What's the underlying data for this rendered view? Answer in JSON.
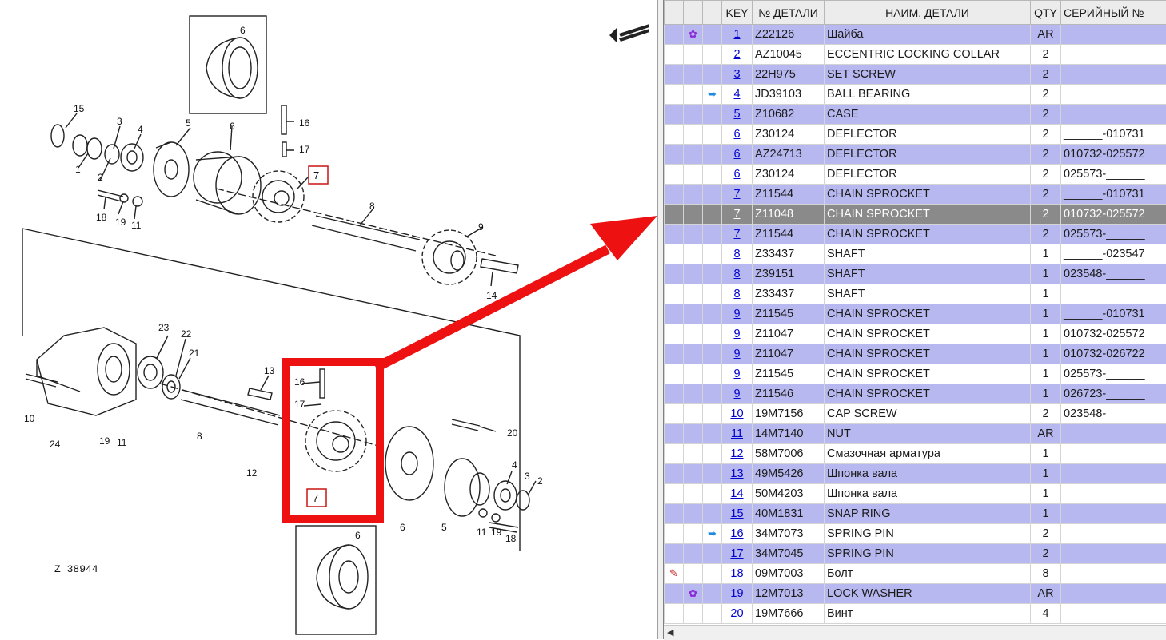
{
  "diagram": {
    "figure_id": "Z 38944",
    "callouts": [
      "1",
      "2",
      "3",
      "4",
      "5",
      "6",
      "7",
      "8",
      "9",
      "10",
      "11",
      "12",
      "13",
      "14",
      "15",
      "16",
      "17",
      "18",
      "19",
      "20",
      "21",
      "22",
      "23",
      "24"
    ]
  },
  "parts_table": {
    "columns": [
      "KEY",
      "№ ДЕТАЛИ",
      "НАИМ. ДЕТАЛИ",
      "QTY",
      "СЕРИЙНЫЙ №"
    ],
    "selected_row": 9,
    "rows": [
      {
        "icon": "gear-icon",
        "key": "1",
        "part": "Z22126",
        "name": "Шайба",
        "qty": "AR",
        "serial": ""
      },
      {
        "icon": "",
        "key": "2",
        "part": "AZ10045",
        "name": "ECCENTRIC LOCKING COLLAR",
        "qty": "2",
        "serial": ""
      },
      {
        "icon": "",
        "key": "3",
        "part": "22H975",
        "name": "SET SCREW",
        "qty": "2",
        "serial": ""
      },
      {
        "icon": "link-icon",
        "key": "4",
        "part": "JD39103",
        "name": "BALL BEARING",
        "qty": "2",
        "serial": ""
      },
      {
        "icon": "",
        "key": "5",
        "part": "Z10682",
        "name": "CASE",
        "qty": "2",
        "serial": ""
      },
      {
        "icon": "",
        "key": "6",
        "part": "Z30124",
        "name": "DEFLECTOR",
        "qty": "2",
        "serial": "______-010731"
      },
      {
        "icon": "",
        "key": "6",
        "part": "AZ24713",
        "name": "DEFLECTOR",
        "qty": "2",
        "serial": "010732-025572"
      },
      {
        "icon": "",
        "key": "6",
        "part": "Z30124",
        "name": "DEFLECTOR",
        "qty": "2",
        "serial": "025573-______"
      },
      {
        "icon": "",
        "key": "7",
        "part": "Z11544",
        "name": "CHAIN SPROCKET",
        "qty": "2",
        "serial": "______-010731"
      },
      {
        "icon": "",
        "key": "7",
        "part": "Z11048",
        "name": "CHAIN SPROCKET",
        "qty": "2",
        "serial": "010732-025572"
      },
      {
        "icon": "",
        "key": "7",
        "part": "Z11544",
        "name": "CHAIN SPROCKET",
        "qty": "2",
        "serial": "025573-______"
      },
      {
        "icon": "",
        "key": "8",
        "part": "Z33437",
        "name": "SHAFT",
        "qty": "1",
        "serial": "______-023547"
      },
      {
        "icon": "",
        "key": "8",
        "part": "Z39151",
        "name": "SHAFT",
        "qty": "1",
        "serial": "023548-______"
      },
      {
        "icon": "",
        "key": "8",
        "part": "Z33437",
        "name": "SHAFT",
        "qty": "1",
        "serial": ""
      },
      {
        "icon": "",
        "key": "9",
        "part": "Z11545",
        "name": "CHAIN SPROCKET",
        "qty": "1",
        "serial": "______-010731"
      },
      {
        "icon": "",
        "key": "9",
        "part": "Z11047",
        "name": "CHAIN SPROCKET",
        "qty": "1",
        "serial": "010732-025572"
      },
      {
        "icon": "",
        "key": "9",
        "part": "Z11047",
        "name": "CHAIN SPROCKET",
        "qty": "1",
        "serial": "010732-026722"
      },
      {
        "icon": "",
        "key": "9",
        "part": "Z11545",
        "name": "CHAIN SPROCKET",
        "qty": "1",
        "serial": "025573-______"
      },
      {
        "icon": "",
        "key": "9",
        "part": "Z11546",
        "name": "CHAIN SPROCKET",
        "qty": "1",
        "serial": "026723-______"
      },
      {
        "icon": "",
        "key": "10",
        "part": "19M7156",
        "name": "CAP SCREW",
        "qty": "2",
        "serial": "023548-______"
      },
      {
        "icon": "",
        "key": "11",
        "part": "14M7140",
        "name": "NUT",
        "qty": "AR",
        "serial": ""
      },
      {
        "icon": "",
        "key": "12",
        "part": "58M7006",
        "name": "Смазочная арматура",
        "qty": "1",
        "serial": ""
      },
      {
        "icon": "",
        "key": "13",
        "part": "49M5426",
        "name": "Шпонка вала",
        "qty": "1",
        "serial": ""
      },
      {
        "icon": "",
        "key": "14",
        "part": "50M4203",
        "name": "Шпонка вала",
        "qty": "1",
        "serial": ""
      },
      {
        "icon": "",
        "key": "15",
        "part": "40M1831",
        "name": "SNAP RING",
        "qty": "1",
        "serial": ""
      },
      {
        "icon": "link-icon",
        "key": "16",
        "part": "34M7073",
        "name": "SPRING PIN",
        "qty": "2",
        "serial": ""
      },
      {
        "icon": "",
        "key": "17",
        "part": "34M7045",
        "name": "SPRING PIN",
        "qty": "2",
        "serial": ""
      },
      {
        "icon": "note-icon",
        "key": "18",
        "part": "09M7003",
        "name": "Болт",
        "qty": "8",
        "serial": ""
      },
      {
        "icon": "gear-icon",
        "key": "19",
        "part": "12M7013",
        "name": "LOCK WASHER",
        "qty": "AR",
        "serial": ""
      },
      {
        "icon": "",
        "key": "20",
        "part": "19M7666",
        "name": "Винт",
        "qty": "4",
        "serial": ""
      }
    ]
  },
  "colors": {
    "row_highlight": "#b8b8f0",
    "row_selected": "#8a8a8a",
    "arrow": "#ee1111",
    "link": "#0000cc"
  }
}
